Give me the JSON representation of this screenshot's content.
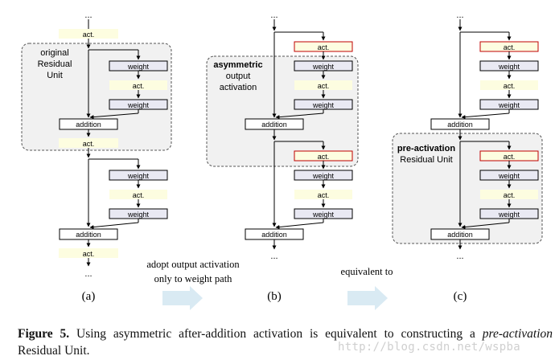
{
  "panels": {
    "a": {
      "tag": "(a)",
      "title_lines": [
        "original",
        "Residual",
        "Unit"
      ]
    },
    "b": {
      "tag": "(b)",
      "title_bold": "asymmetric",
      "title_lines": [
        "output",
        "activation"
      ]
    },
    "c": {
      "tag": "(c)",
      "title_bold": "pre-activation",
      "title_lines": [
        "Residual Unit"
      ]
    }
  },
  "labels": {
    "act": "act.",
    "weight": "weight",
    "addition": "addition",
    "dots": "..."
  },
  "transitions": {
    "ab_lines": [
      "adopt output activation",
      "only to weight path"
    ],
    "bc": "equivalent to"
  },
  "caption": {
    "label": "Figure 5.",
    "text_1": " Using asymmetric after-addition activation is equivalent to constructing a",
    "italic": "pre-activation",
    "text_2": " Residual Unit."
  },
  "watermark": "http://blog.csdn.net/wspba",
  "colors": {
    "act_fill": "#fdfde0",
    "act_red": "#c00000",
    "weight_fill": "#e9e9f3",
    "group_fill": "#f1f1f1",
    "arrow_fill": "#d9eaf3"
  }
}
